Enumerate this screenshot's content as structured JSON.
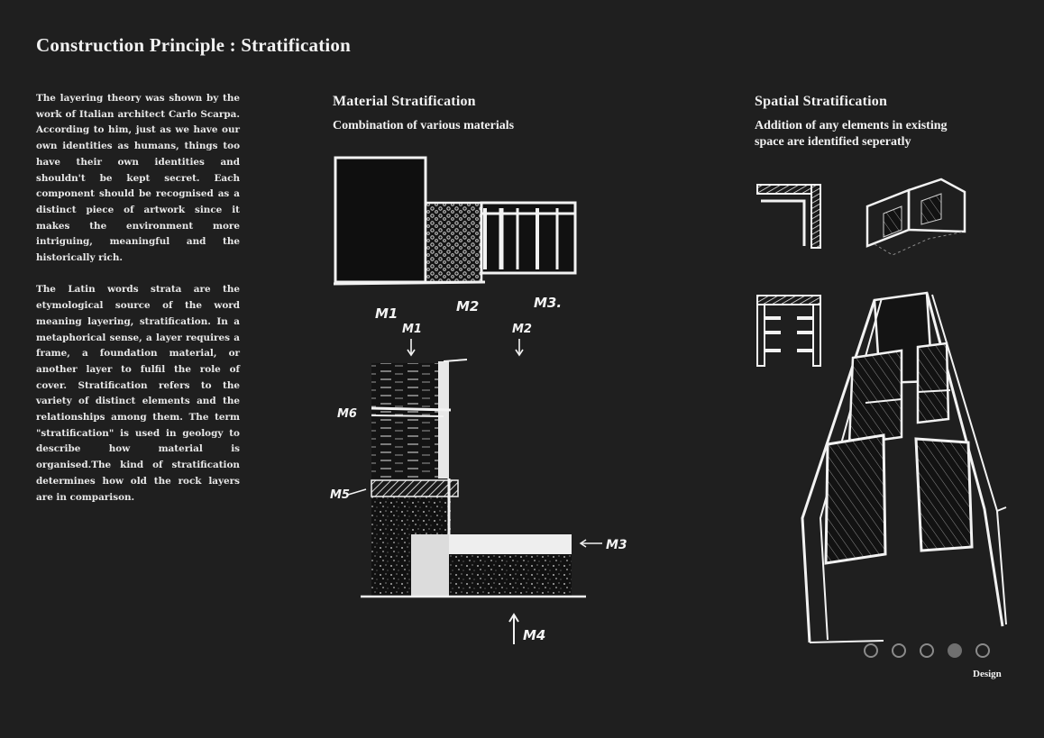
{
  "page": {
    "title": "Construction Principle :  Stratification"
  },
  "intro": {
    "paragraphs": [
      "The layering theory was shown by the work of Italian architect Carlo Scarpa. According to him, just as we have our own identities as humans, things too have their own identities and shouldn't be kept secret. Each component should be recognised as a distinct piece of artwork since it makes the environment more intriguing, meaningful and the historically rich.",
      "The Latin words strata are the etymological source of the word meaning layering, stratification.  In a metaphorical sense, a layer requires a frame, a foundation material, or another layer to fulfil the role of cover. Stratification refers to the variety of distinct elements and the relationships among them. The term \"stratification\" is used in geology to describe how material is organised.The kind of stratification determines how old the rock layers are in comparison."
    ]
  },
  "material": {
    "heading": "Material Stratification",
    "subheading": "Combination of  various materials",
    "sketch_labels": {
      "m1": "M1",
      "m2": "M2",
      "m3": "M3.",
      "m1_arrow": "M1",
      "m2_arrow": "M2",
      "m6": "M6",
      "m5": "M5",
      "m3_side": "M3",
      "m4": "M4"
    }
  },
  "spatial": {
    "heading": "Spatial Stratification",
    "subheading_line1": "Addition of  any elements in existing",
    "subheading_line2": "space are identified seperatly"
  },
  "pager": {
    "count": 5,
    "active_index": 3,
    "label": "Design"
  }
}
